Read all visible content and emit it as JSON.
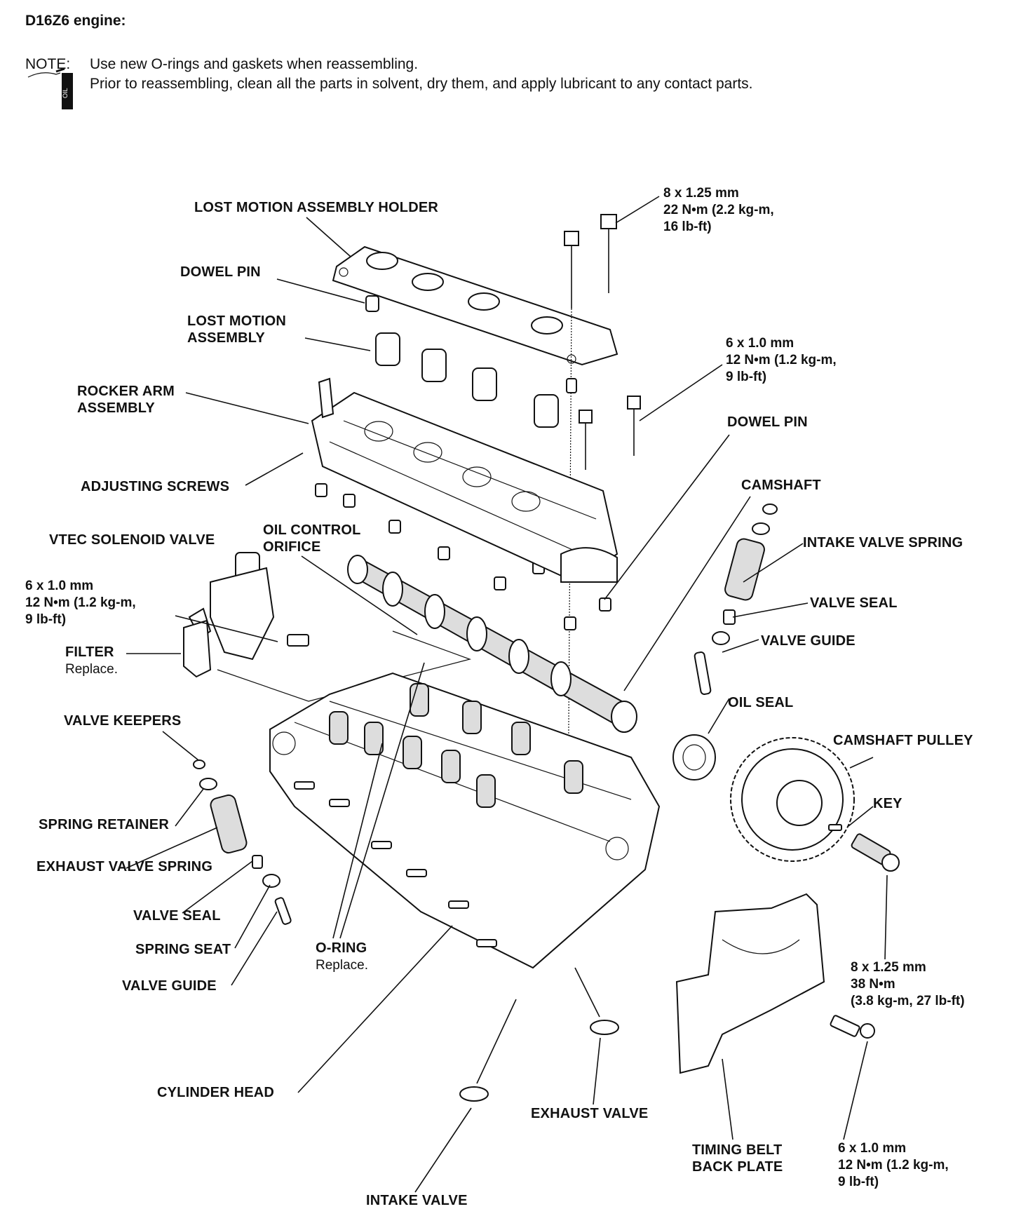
{
  "header": {
    "title": "D16Z6 engine:",
    "note_label": "NOTE:",
    "note_line1": "Use new O-rings and gaskets when reassembling.",
    "note_line2": "Prior to reassembling, clean all the parts in solvent, dry them, and apply lubricant to any contact parts.",
    "oil_icon_text": "OIL"
  },
  "labels": {
    "lost_motion_holder": "LOST MOTION ASSEMBLY HOLDER",
    "dowel_pin_top": "DOWEL PIN",
    "lost_motion_assembly_1": "LOST MOTION",
    "lost_motion_assembly_2": "ASSEMBLY",
    "rocker_arm_1": "ROCKER ARM",
    "rocker_arm_2": "ASSEMBLY",
    "adjusting_screws": "ADJUSTING SCREWS",
    "vtec_solenoid": "VTEC SOLENOID VALVE",
    "oil_control_1": "OIL CONTROL",
    "oil_control_2": "ORIFICE",
    "filter": "FILTER",
    "filter_note": "Replace.",
    "valve_keepers": "VALVE KEEPERS",
    "spring_retainer": "SPRING RETAINER",
    "exhaust_valve_spring": "EXHAUST VALVE SPRING",
    "valve_seal_left": "VALVE SEAL",
    "spring_seat": "SPRING SEAT",
    "valve_guide_left": "VALVE GUIDE",
    "o_ring": "O-RING",
    "o_ring_note": "Replace.",
    "cylinder_head": "CYLINDER HEAD",
    "intake_valve": "INTAKE VALVE",
    "exhaust_valve": "EXHAUST VALVE",
    "timing_belt_1": "TIMING BELT",
    "timing_belt_2": "BACK PLATE",
    "dowel_pin_right": "DOWEL PIN",
    "camshaft": "CAMSHAFT",
    "intake_valve_spring": "INTAKE VALVE SPRING",
    "valve_seal_right": "VALVE SEAL",
    "valve_guide_right": "VALVE GUIDE",
    "oil_seal": "OIL SEAL",
    "camshaft_pulley": "CAMSHAFT PULLEY",
    "key": "KEY"
  },
  "specs": {
    "holder_bolt": [
      "8 x 1.25 mm",
      "22 N•m (2.2 kg-m,",
      "16 lb-ft)"
    ],
    "rocker_bolt": [
      "6 x 1.0 mm",
      "12 N•m (1.2 kg-m,",
      "9 lb-ft)"
    ],
    "solenoid_bolt": [
      "6 x 1.0 mm",
      "12 N•m (1.2 kg-m,",
      "9 lb-ft)"
    ],
    "pulley_bolt": [
      "8 x 1.25 mm",
      "38 N•m",
      "(3.8 kg-m, 27 lb-ft)"
    ],
    "backplate_bolt": [
      "6 x 1.0 mm",
      "12 N•m (1.2 kg-m,",
      "9 lb-ft)"
    ]
  }
}
